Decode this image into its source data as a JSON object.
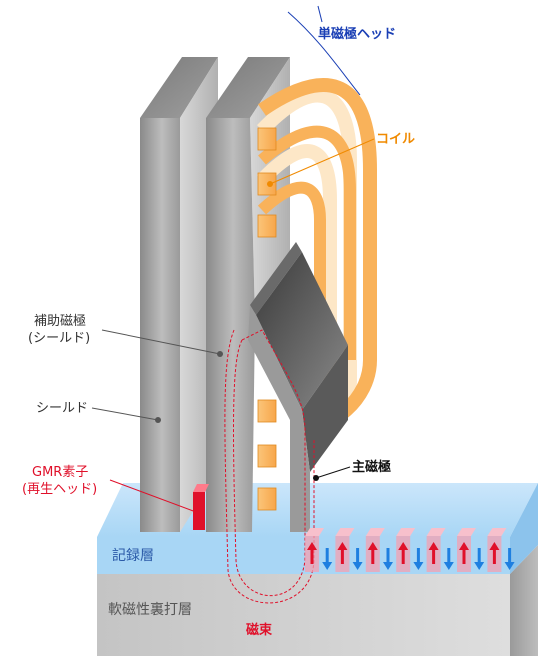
{
  "labels": {
    "single_pole_head": "単磁極ヘッド",
    "coil": "コイル",
    "aux_pole_line1": "補助磁極",
    "aux_pole_line2": "(シールド)",
    "shield": "シールド",
    "gmr_line1": "GMR素子",
    "gmr_line2": "(再生ヘッド)",
    "main_pole": "主磁極",
    "recording_layer": "記録層",
    "soft_underlayer": "軟磁性裏打層",
    "magnetic_flux": "磁束"
  },
  "colors": {
    "head_label": "#1a3fb5",
    "coil": "#f9b25a",
    "coil_label": "#f08a00",
    "gmr": "#e0102a",
    "recording_layer": "#a8d6f5",
    "underlayer": "#c8c8c8",
    "arrow_up": "#e0102a",
    "arrow_down": "#1e7fe0"
  },
  "recording_bits": [
    "up",
    "down",
    "up",
    "down",
    "up",
    "down",
    "up",
    "down",
    "up",
    "down",
    "up",
    "down",
    "up",
    "down"
  ]
}
